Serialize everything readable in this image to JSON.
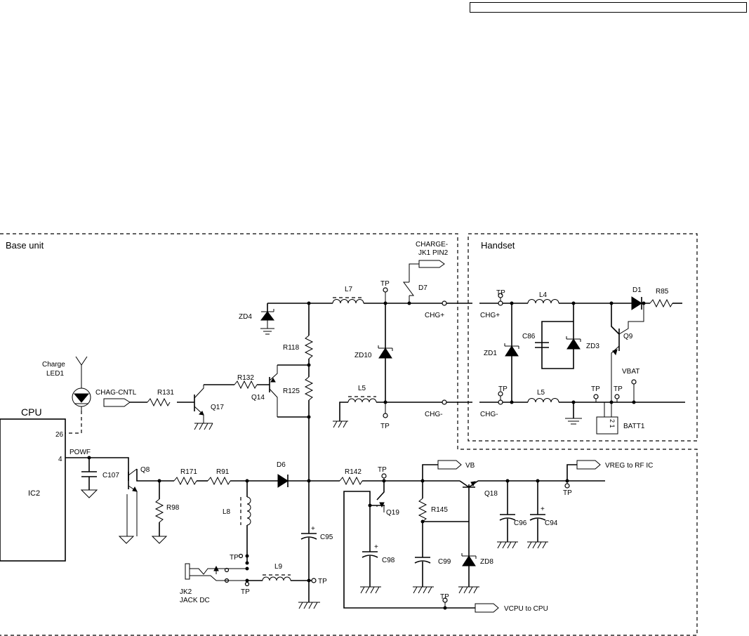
{
  "header_box": "",
  "regions": {
    "base_unit": "Base unit",
    "handset": "Handset"
  },
  "ic": {
    "name": "CPU",
    "ref": "IC2",
    "pin26": "26",
    "pin4": "4"
  },
  "led": {
    "line1": "Charge",
    "line2": "LED1"
  },
  "nets": {
    "powf": "POWF",
    "chag_cntl": "CHAG-CNTL",
    "charge_top": "CHARGE-",
    "charge_bottom": "JK1 PIN2",
    "chg_plus": "CHG+",
    "chg_minus": "CHG-",
    "vb": "VB",
    "vreg": "VREG to RF IC",
    "vcpu": "VCPU to CPU",
    "vbat": "VBAT",
    "tp": "TP"
  },
  "parts": {
    "q8": "Q8",
    "q14": "Q14",
    "q17": "Q17",
    "q18": "Q18",
    "q19": "Q19",
    "q9": "Q9",
    "r131": "R131",
    "r132": "R132",
    "r118": "R118",
    "r125": "R125",
    "r171": "R171",
    "r91": "R91",
    "r98": "R98",
    "r142": "R142",
    "r145": "R145",
    "r85": "R85",
    "c107": "C107",
    "c95": "C95",
    "c98": "C98",
    "c99": "C99",
    "c96": "C96",
    "c94": "C94",
    "c86": "C86",
    "l7": "L7",
    "l5": "L5",
    "l8": "L8",
    "l9": "L9",
    "l4": "L4",
    "zd4": "ZD4",
    "zd10": "ZD10",
    "zd8": "ZD8",
    "zd1": "ZD1",
    "zd3": "ZD3",
    "d6": "D6",
    "d7": "D7",
    "d1": "D1",
    "jk2_line1": "JK2",
    "jk2_line2": "JACK DC",
    "batt": "BATT1",
    "batt_pins": "2 1"
  }
}
